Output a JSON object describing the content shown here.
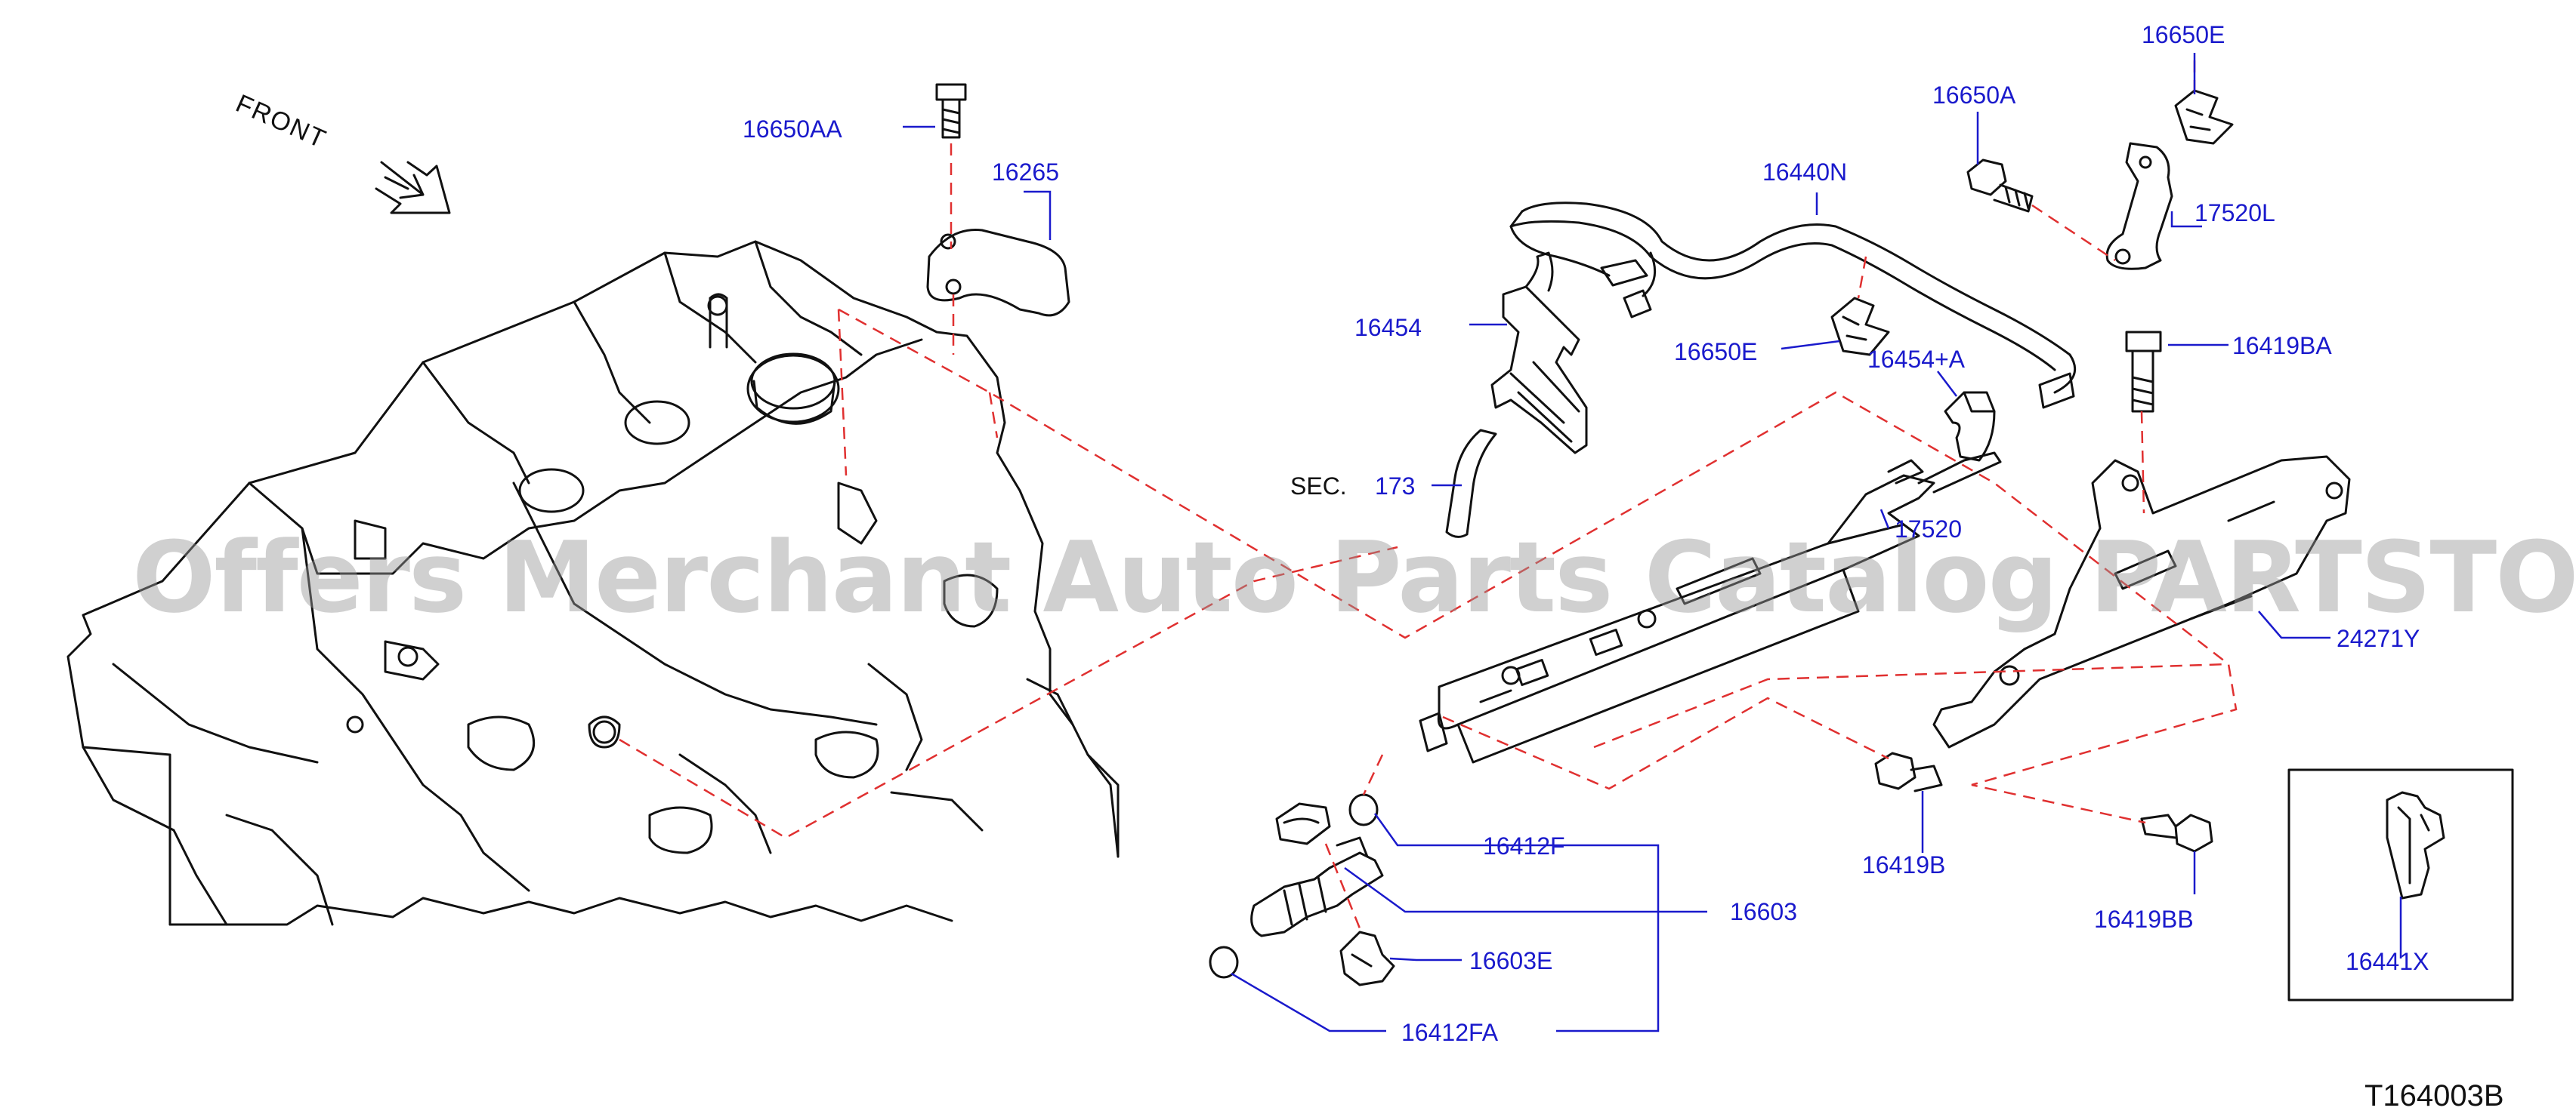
{
  "diagram": {
    "front_label": "FRONT",
    "watermark": "Offers Merchant Auto Parts Catalog PARTSTORE.SA",
    "drawing_code": "T164003B",
    "sec_prefix": "SEC.",
    "sec_number": "173",
    "parts": {
      "p16650AA": "16650AA",
      "p16265": "16265",
      "p16650E_top": "16650E",
      "p16650A": "16650A",
      "p16440N": "16440N",
      "p17520L": "17520L",
      "p16454": "16454",
      "p16650E_mid": "16650E",
      "p16454A": "16454+A",
      "p16419BA": "16419BA",
      "p17520": "17520",
      "p24271Y": "24271Y",
      "p16419B": "16419B",
      "p16419BB": "16419BB",
      "p16441X": "16441X",
      "p16412F": "16412F",
      "p16603": "16603",
      "p16603E": "16603E",
      "p16412FA": "16412FA"
    }
  }
}
